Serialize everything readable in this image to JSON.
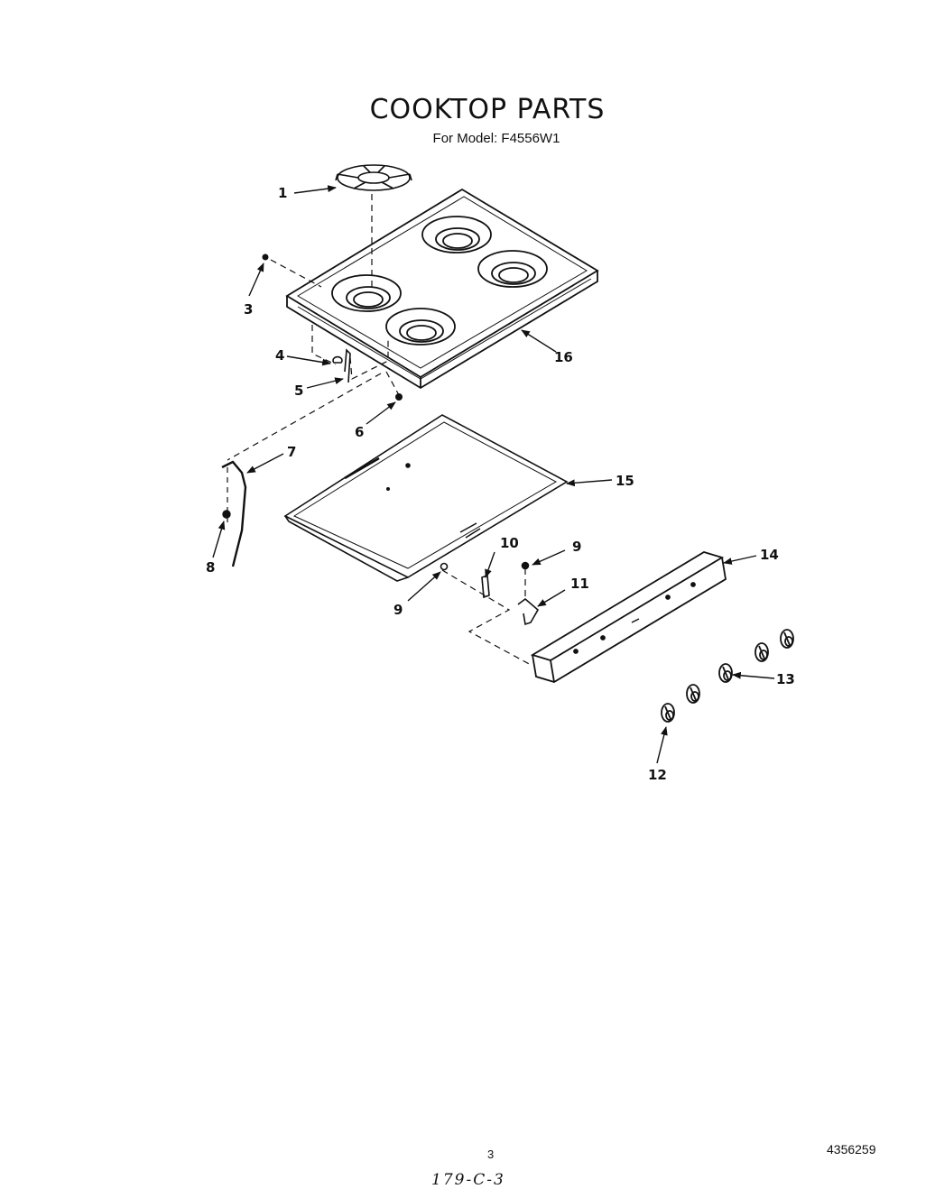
{
  "header": {
    "title": "COOKTOP PARTS",
    "subtitle": "For Model: F4556W1"
  },
  "callouts": [
    {
      "number": "1"
    },
    {
      "number": "3"
    },
    {
      "number": "4"
    },
    {
      "number": "5"
    },
    {
      "number": "6"
    },
    {
      "number": "7"
    },
    {
      "number": "8"
    },
    {
      "number": "9"
    },
    {
      "number": "9"
    },
    {
      "number": "10"
    },
    {
      "number": "11"
    },
    {
      "number": "12"
    },
    {
      "number": "13"
    },
    {
      "number": "14"
    },
    {
      "number": "15"
    },
    {
      "number": "16"
    }
  ],
  "footer": {
    "page_number": "3",
    "document_number": "4356259",
    "handwritten_code": "179-C-3"
  }
}
